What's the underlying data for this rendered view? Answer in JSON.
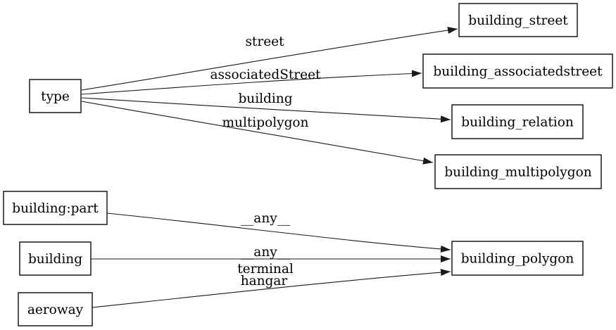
{
  "diagram": {
    "background_color": "#ffffff",
    "node_fill_color": "#ffffff",
    "node_border_color": "#000000",
    "edge_color": "#000000",
    "text_color": "#000000",
    "nodes": {
      "type": {
        "label": "type"
      },
      "building_street": {
        "label": "building_street"
      },
      "building_associatedstreet": {
        "label": "building_associatedstreet"
      },
      "building_relation": {
        "label": "building_relation"
      },
      "building_multipolygon": {
        "label": "building_multipolygon"
      },
      "building_part": {
        "label": "building:part"
      },
      "building": {
        "label": "building"
      },
      "aeroway": {
        "label": "aeroway"
      },
      "building_polygon": {
        "label": "building_polygon"
      }
    },
    "edges": [
      {
        "from": "type",
        "to": "building_street",
        "label": "street"
      },
      {
        "from": "type",
        "to": "building_associatedstreet",
        "label": "associatedStreet"
      },
      {
        "from": "type",
        "to": "building_relation",
        "label": "building"
      },
      {
        "from": "type",
        "to": "building_multipolygon",
        "label": "multipolygon"
      },
      {
        "from": "building:part",
        "to": "building_polygon",
        "label": "__any__"
      },
      {
        "from": "building",
        "to": "building_polygon",
        "label": "__any__"
      },
      {
        "from": "aeroway",
        "to": "building_polygon",
        "label": "terminal hangar",
        "label_lines": [
          "terminal",
          "hangar"
        ]
      }
    ]
  }
}
